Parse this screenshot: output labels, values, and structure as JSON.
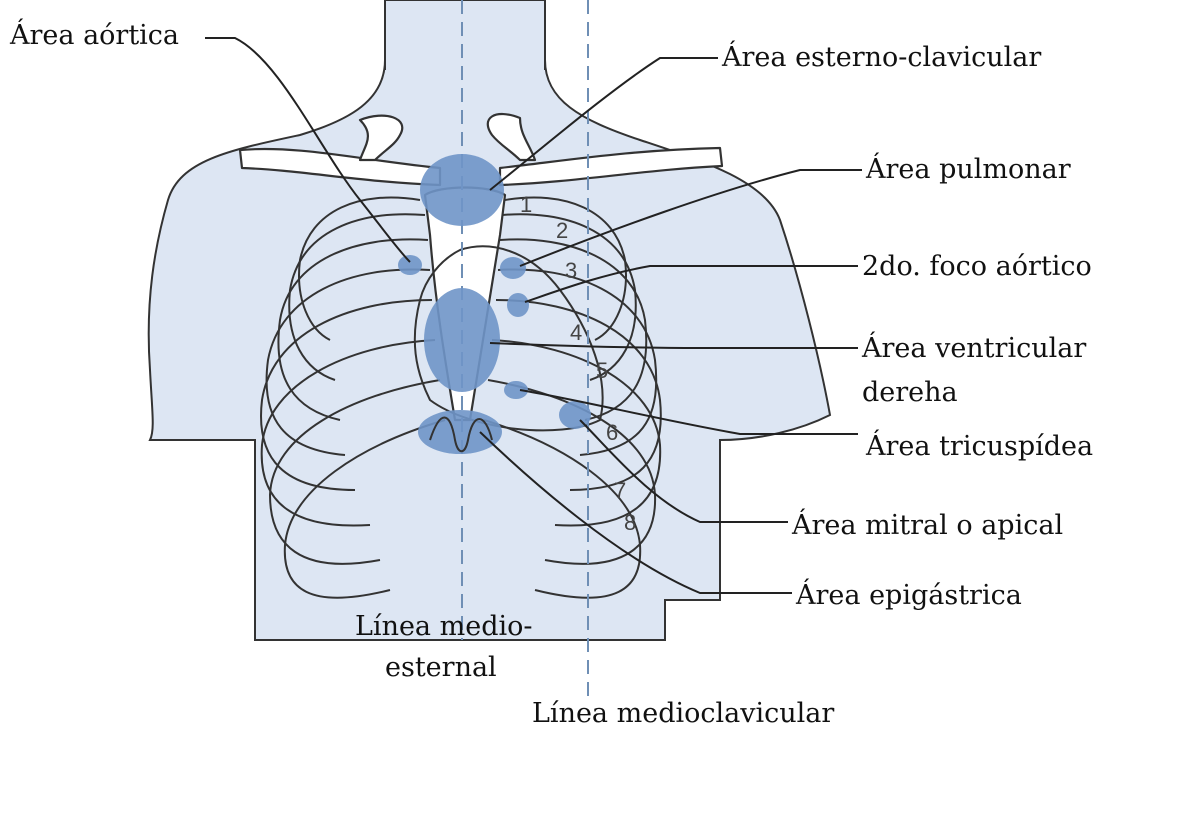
{
  "colors": {
    "focus": "#6f95c8",
    "skin": "#dde6f3",
    "midline": "#6f8fb5"
  },
  "labels": {
    "area_aortica": "Área aórtica",
    "area_esterno_clavicular": "Área esterno-clavicular",
    "area_pulmonar": "Área pulmonar",
    "segundo_foco_aortico": "2do. foco aórtico",
    "area_ventricular_1": "Área ventricular",
    "area_ventricular_2": "dereha",
    "area_tricuspidea": "Área tricuspídea",
    "area_mitral": "Área mitral o apical",
    "area_epigastrica": "Área epigástrica",
    "linea_medioesternal_1": "Línea medio-",
    "linea_medioesternal_2": "esternal",
    "linea_medioclavicular": "Línea medioclavicular"
  },
  "rib_numbers": [
    "1",
    "2",
    "3",
    "4",
    "5",
    "6",
    "7",
    "8"
  ]
}
